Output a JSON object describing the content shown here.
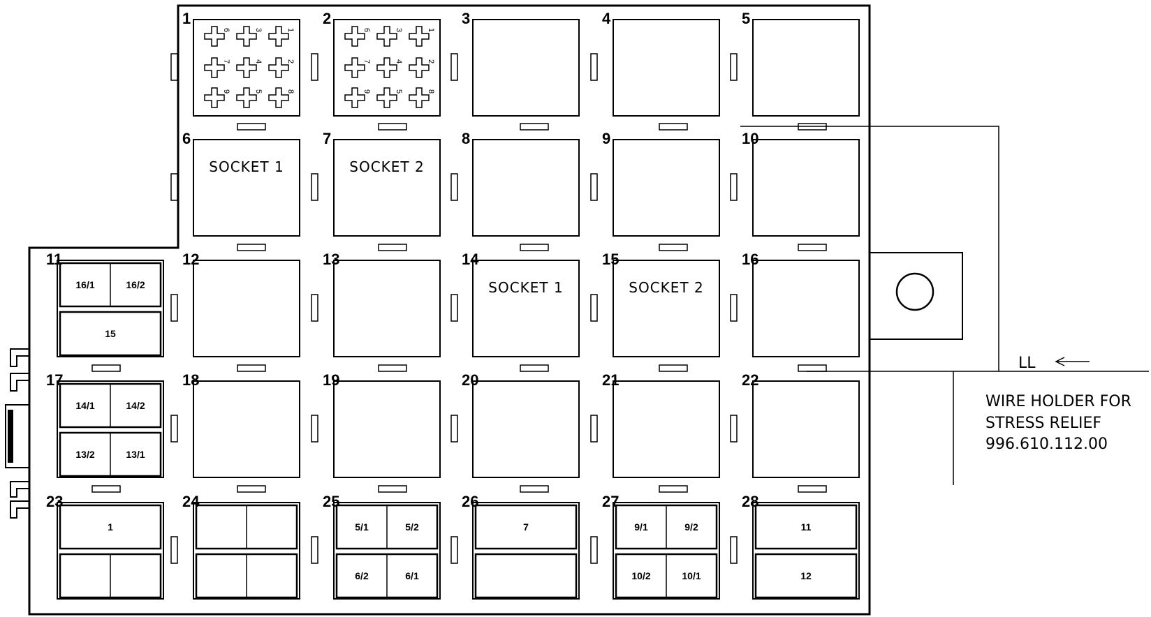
{
  "slots": [
    {
      "n": "1",
      "type": "relay"
    },
    {
      "n": "2",
      "type": "relay"
    },
    {
      "n": "3",
      "type": "empty"
    },
    {
      "n": "4",
      "type": "empty"
    },
    {
      "n": "5",
      "type": "empty"
    },
    {
      "n": "6",
      "type": "socket",
      "label": "SOCKET 1"
    },
    {
      "n": "7",
      "type": "socket",
      "label": "SOCKET 2"
    },
    {
      "n": "8",
      "type": "empty"
    },
    {
      "n": "9",
      "type": "empty"
    },
    {
      "n": "10",
      "type": "empty"
    },
    {
      "n": "11",
      "type": "fuse",
      "top": [
        "16/1",
        "16/2"
      ],
      "bottom": [
        "15"
      ]
    },
    {
      "n": "12",
      "type": "empty"
    },
    {
      "n": "13",
      "type": "empty"
    },
    {
      "n": "14",
      "type": "socket",
      "label": "SOCKET 1"
    },
    {
      "n": "15",
      "type": "socket",
      "label": "SOCKET 2"
    },
    {
      "n": "16",
      "type": "empty"
    },
    {
      "n": "17",
      "type": "fuse",
      "top": [
        "14/1",
        "14/2"
      ],
      "bottom": [
        "13/2",
        "13/1"
      ]
    },
    {
      "n": "18",
      "type": "empty"
    },
    {
      "n": "19",
      "type": "empty"
    },
    {
      "n": "20",
      "type": "empty"
    },
    {
      "n": "21",
      "type": "empty"
    },
    {
      "n": "22",
      "type": "empty"
    },
    {
      "n": "23",
      "type": "fuse",
      "top": [
        "1"
      ],
      "bottom": [
        "",
        ""
      ]
    },
    {
      "n": "24",
      "type": "fuse",
      "top": [
        "",
        ""
      ],
      "bottom": [
        "",
        ""
      ]
    },
    {
      "n": "25",
      "type": "fuse",
      "top": [
        "5/1",
        "5/2"
      ],
      "bottom": [
        "6/2",
        "6/1"
      ]
    },
    {
      "n": "26",
      "type": "fuse",
      "top": [
        "7"
      ],
      "bottom": [
        ""
      ]
    },
    {
      "n": "27",
      "type": "fuse",
      "top": [
        "9/1",
        "9/2"
      ],
      "bottom": [
        "10/2",
        "10/1"
      ]
    },
    {
      "n": "28",
      "type": "fuse",
      "top": [
        "11"
      ],
      "bottom": [
        "12"
      ]
    }
  ],
  "relay_pins": {
    "left": [
      "6",
      "7",
      "9"
    ],
    "center": [
      "3",
      "4",
      "5"
    ],
    "right": [
      "1",
      "2",
      "8"
    ]
  },
  "annotation": {
    "marker": "LL",
    "line1": "WIRE HOLDER FOR",
    "line2": "STRESS RELIEF",
    "line3": "996.610.112.00"
  }
}
